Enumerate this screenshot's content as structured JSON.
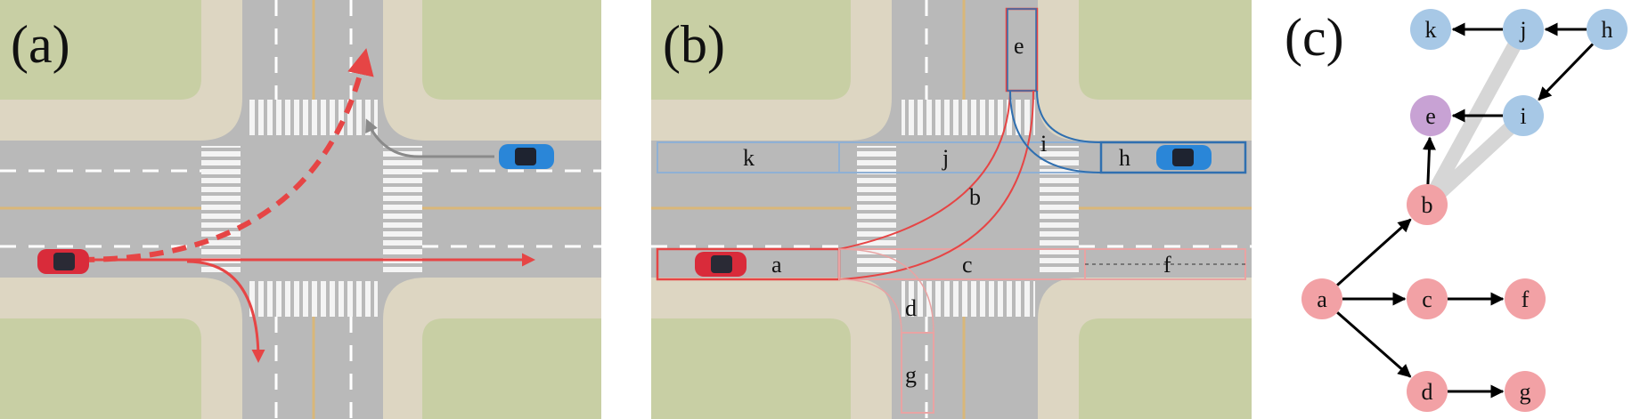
{
  "panels": {
    "a": {
      "label": "(a)"
    },
    "b": {
      "label": "(b)"
    },
    "c": {
      "label": "(c)"
    }
  },
  "segments": {
    "a": "a",
    "b": "b",
    "c": "c",
    "d": "d",
    "e": "e",
    "f": "f",
    "g": "g",
    "h": "h",
    "i": "i",
    "j": "j",
    "k": "k"
  },
  "graph": {
    "nodes": [
      {
        "id": "k",
        "label": "k",
        "group": "blue"
      },
      {
        "id": "j",
        "label": "j",
        "group": "blue"
      },
      {
        "id": "h",
        "label": "h",
        "group": "blue"
      },
      {
        "id": "e",
        "label": "e",
        "group": "purple"
      },
      {
        "id": "i",
        "label": "i",
        "group": "blue"
      },
      {
        "id": "b",
        "label": "b",
        "group": "red"
      },
      {
        "id": "a",
        "label": "a",
        "group": "red"
      },
      {
        "id": "c",
        "label": "c",
        "group": "red"
      },
      {
        "id": "f",
        "label": "f",
        "group": "red"
      },
      {
        "id": "d",
        "label": "d",
        "group": "red"
      },
      {
        "id": "g",
        "label": "g",
        "group": "red"
      }
    ],
    "edges": [
      [
        "j",
        "k"
      ],
      [
        "h",
        "j"
      ],
      [
        "h",
        "i"
      ],
      [
        "i",
        "e"
      ],
      [
        "b",
        "e"
      ],
      [
        "a",
        "b"
      ],
      [
        "a",
        "c"
      ],
      [
        "c",
        "f"
      ],
      [
        "a",
        "d"
      ],
      [
        "d",
        "g"
      ]
    ],
    "conflicts": [
      [
        "b",
        "j"
      ],
      [
        "b",
        "i"
      ]
    ],
    "colors": {
      "blue": "#a7c8e6",
      "purple": "#c8a2d4",
      "red": "#f2a1a5"
    }
  },
  "colors": {
    "road": "#b9b9b9",
    "sidewalk": "#ddd6c2",
    "grass": "#c8cfa4",
    "red_path": "#e64545",
    "blue_path": "#2f6fb0",
    "gray_path": "#8a8a8a"
  }
}
